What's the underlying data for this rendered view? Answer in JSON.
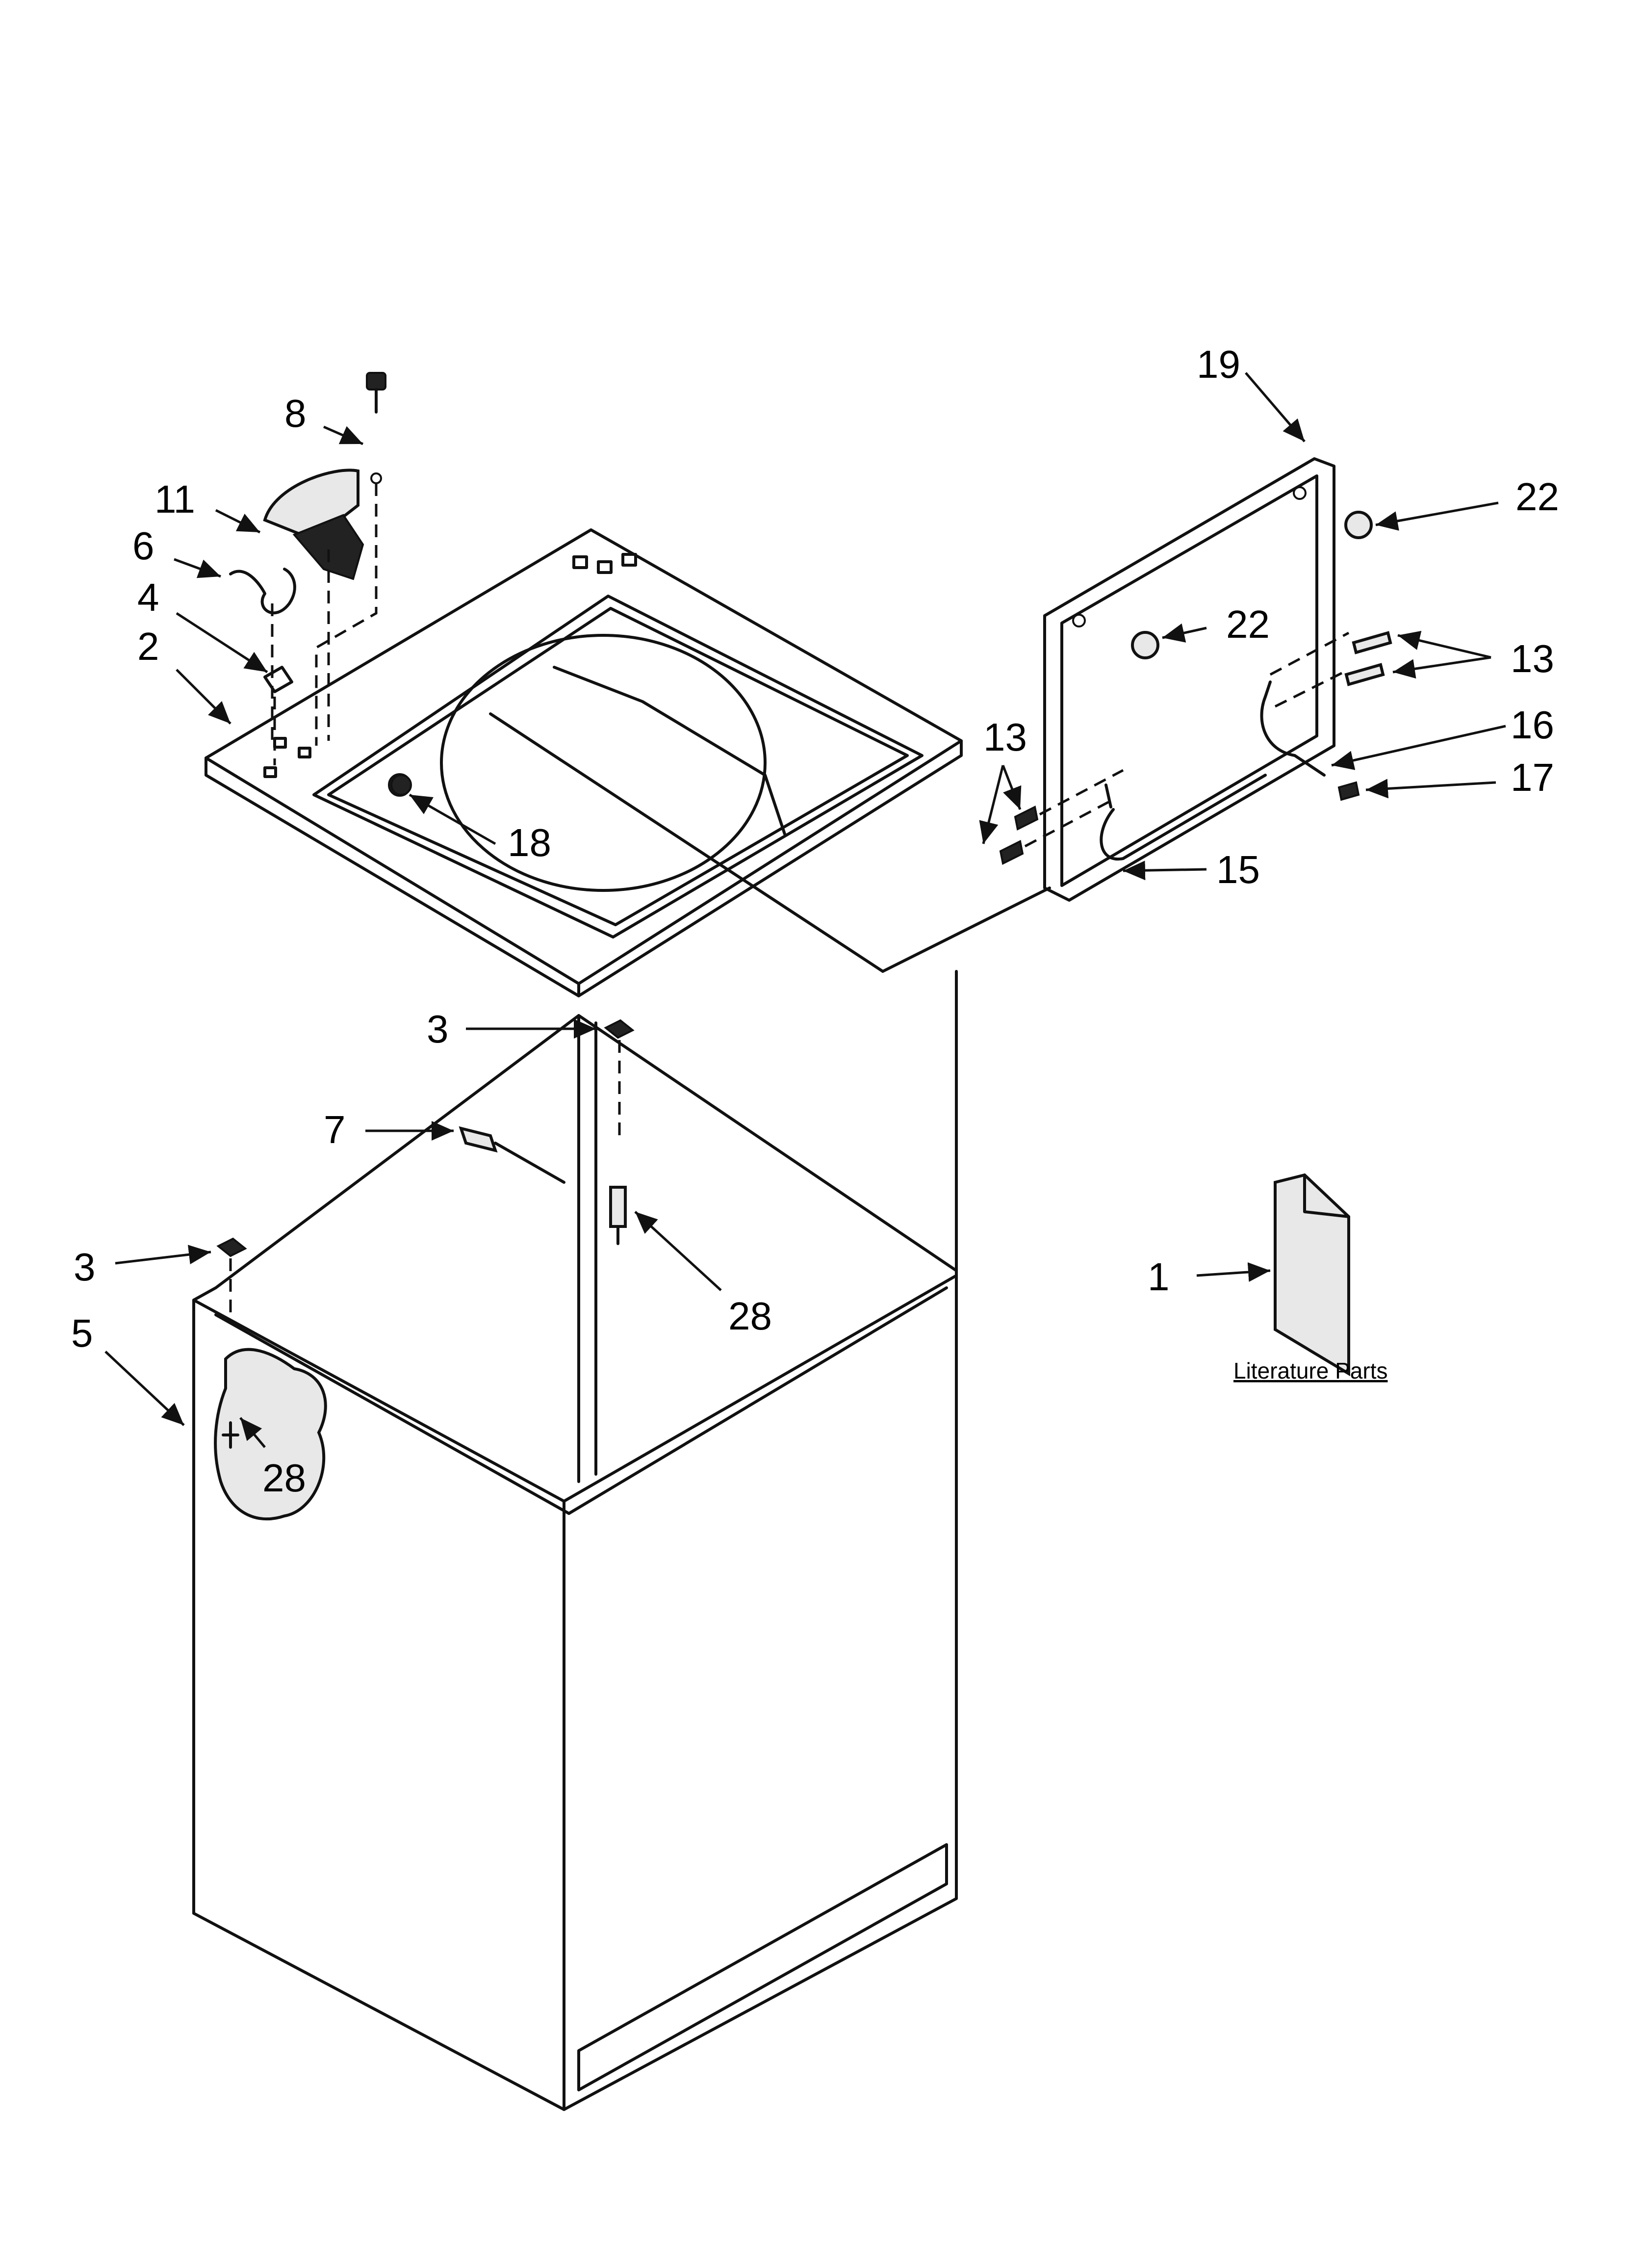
{
  "callouts": {
    "c1": "1",
    "c2": "2",
    "c3a": "3",
    "c3b": "3",
    "c4": "4",
    "c5": "5",
    "c6": "6",
    "c7": "7",
    "c8": "8",
    "c11": "11",
    "c13a": "13",
    "c13b": "13",
    "c15": "15",
    "c16": "16",
    "c17": "17",
    "c18": "18",
    "c19": "19",
    "c22a": "22",
    "c22b": "22",
    "c28a": "28",
    "c28b": "28"
  },
  "literature_label": "Literature Parts"
}
